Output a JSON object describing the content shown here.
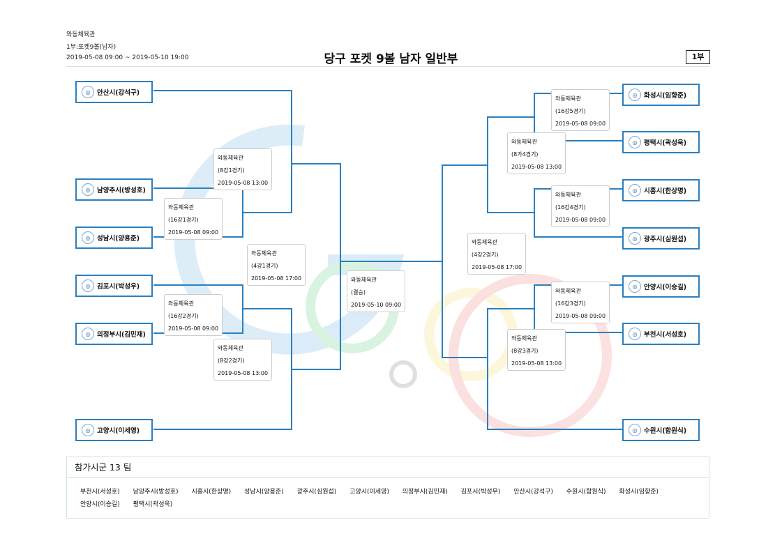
{
  "header": {
    "venue": "와동체육관",
    "division": "1부:포켓9볼(남자)",
    "period": "2019-05-08 09:00 ~ 2019-05-10 19:00",
    "title": "당구 포켓 9볼 남자 일반부",
    "badge": "1부"
  },
  "colors": {
    "bracket_line": "#2a7fc0",
    "team_border": "#2a7fc0"
  },
  "teams": {
    "ansan": "안산시(강석구)",
    "namyangju": "남양주시(방성호)",
    "seongnam": "성남시(양용준)",
    "gimpo": "김포시(박성우)",
    "uijeongbu": "의정부시(김민재)",
    "goyang": "고양시(이세영)",
    "hwaseong": "화성시(임향준)",
    "pyeongtaek": "평택시(곽성욱)",
    "siheung": "시흥시(한상명)",
    "gwangju": "광주시(심원섭)",
    "anyang": "안양시(이승길)",
    "bucheon": "부천시(서성호)",
    "suwon": "수원시(함원식)"
  },
  "matches": {
    "r16_1": {
      "venue": "와동체육관",
      "round": "(16강1경기)",
      "time": "2019-05-08 09:00"
    },
    "r16_2": {
      "venue": "와동체육관",
      "round": "(16강2경기)",
      "time": "2019-05-08 09:00"
    },
    "qf_1": {
      "venue": "와동체육관",
      "round": "(8강1경기)",
      "time": "2019-05-08 13:00"
    },
    "qf_2": {
      "venue": "와동체육관",
      "round": "(8강2경기)",
      "time": "2019-05-08 13:00"
    },
    "sf_1": {
      "venue": "와동체육관",
      "round": "(4강1경기)",
      "time": "2019-05-08 17:00"
    },
    "final": {
      "venue": "와동체육관",
      "round": "(결승)",
      "time": "2019-05-10 09:00"
    },
    "sf_2": {
      "venue": "와동체육관",
      "round": "(4강2경기)",
      "time": "2019-05-08 17:00"
    },
    "qf_4": {
      "venue": "와동체육관",
      "round": "(8가4경기)",
      "time": "2019-05-08 13:00"
    },
    "qf_3": {
      "venue": "와동체육관",
      "round": "(8강3경기)",
      "time": "2019-05-08 13:00"
    },
    "r16_5": {
      "venue": "와동체육관",
      "round": "(16강5경기)",
      "time": "2019-05-08 09:00"
    },
    "r16_4": {
      "venue": "와동체육관",
      "round": "(16강4경기)",
      "time": "2019-05-08 09:00"
    },
    "r16_3": {
      "venue": "와동체육관",
      "round": "(16강3경기)",
      "time": "2019-05-08 09:00"
    }
  },
  "participants": {
    "heading": "참가시군 13 팀",
    "list": [
      "부천시(서성호)",
      "남양주시(방성호)",
      "시흥시(한상명)",
      "성남시(양용준)",
      "광주시(심원섭)",
      "고양시(이세영)",
      "의정부시(김민재)",
      "김포시(박성우)",
      "안산시(강석구)",
      "수원시(함원식)",
      "화성시(임향준)",
      "안양시(이승길)",
      "평택시(곽성욱)"
    ]
  }
}
